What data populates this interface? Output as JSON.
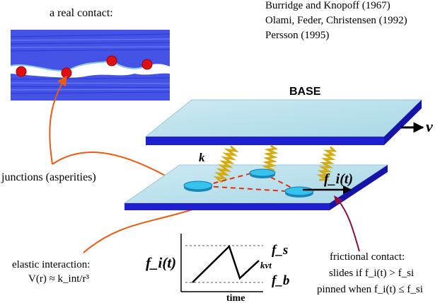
{
  "colors": {
    "plate_top": "#bde4ee",
    "plate_side": "#1f1fd2",
    "asperity": "#2fb4e0",
    "spring": "#e6c215",
    "contact_dot": "#e01010",
    "orange_arrow": "#ee5a10",
    "maroon_arrow": "#8a1048"
  },
  "labels": {
    "real_contact": "a real contact:",
    "junctions": "junctions (asperities)",
    "elastic_interaction": "elastic interaction:",
    "elastic_formula": "V(r) ≈ k_int/r³",
    "frictional_contact": "frictional contact:",
    "slides_if": "slides if f_i(t) > f_si",
    "pinned_when": "pinned when f_i(t) ≤ f_si",
    "base": "BASE",
    "velocity": "v",
    "spring_k": "k",
    "force_fi": "f_i(t)",
    "plot_fs": "f_s",
    "plot_fb": "f_b",
    "plot_kvt": "kvt",
    "plot_time": "time",
    "plot_ylabel": "f_i(t)"
  },
  "references": [
    "Burridge and Knopoff (1967)",
    "Olami, Feder, Christensen (1992)",
    "Persson (1995)"
  ]
}
